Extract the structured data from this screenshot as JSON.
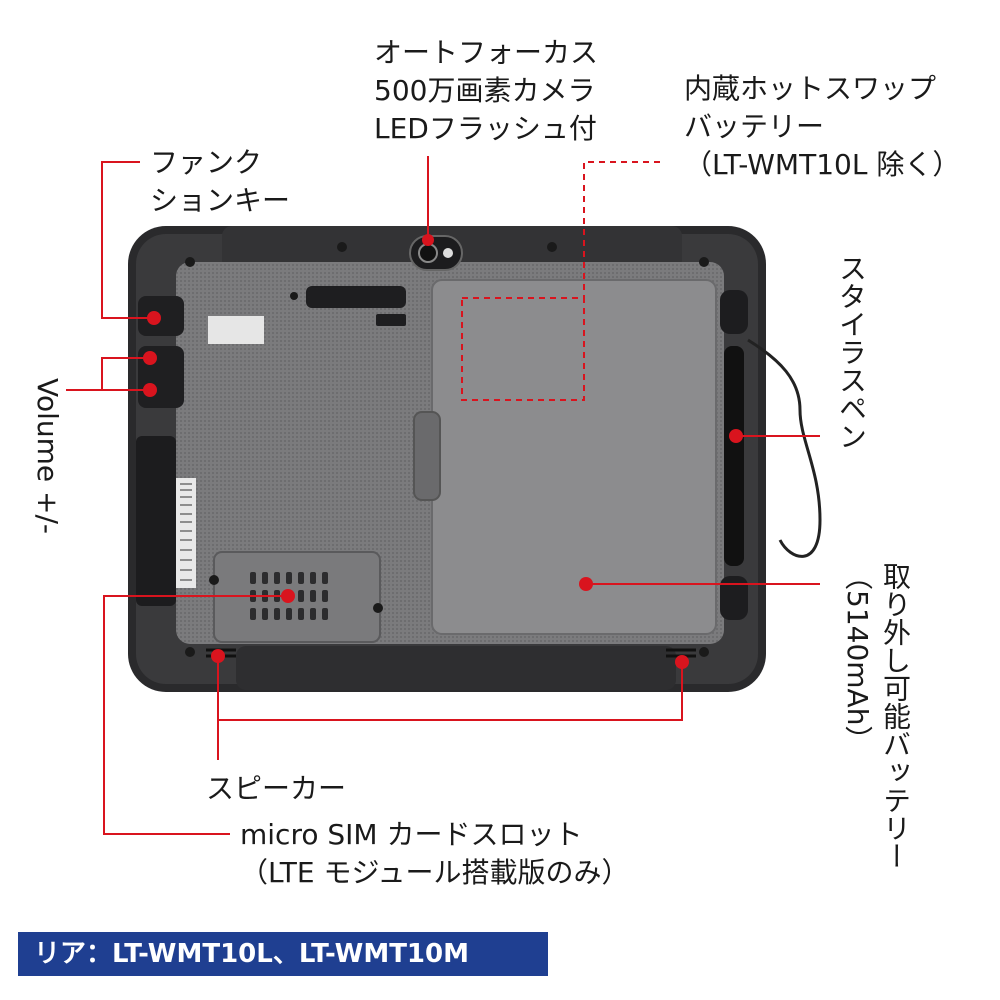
{
  "labels": {
    "camera": [
      "オートフォーカス",
      "500万画素カメラ",
      "LEDフラッシュ付"
    ],
    "internal_battery": [
      "内蔵ホットスワップ",
      "バッテリー",
      "（LT-WMT10L 除く）"
    ],
    "function_key": [
      "ファンク",
      "ションキー"
    ],
    "volume": "Volume +/-",
    "stylus": "スタイラスペン",
    "removable_battery": [
      "取り外し可能バッテリー",
      "（5140mAh）"
    ],
    "speaker": "スピーカー",
    "sim_slot": [
      "micro SIM カードスロット",
      "（LTE モジュール搭載版のみ）"
    ]
  },
  "caption": "リア：LT-WMT10L、LT-WMT10M",
  "colors": {
    "leader": "#d9141e",
    "leader_dark": "#c41219",
    "caption_bg": "#1f3f91",
    "body_dark": "#2b2b2b",
    "panel_gray": "#6e6e70",
    "battery_gray": "#8a8a8c"
  }
}
